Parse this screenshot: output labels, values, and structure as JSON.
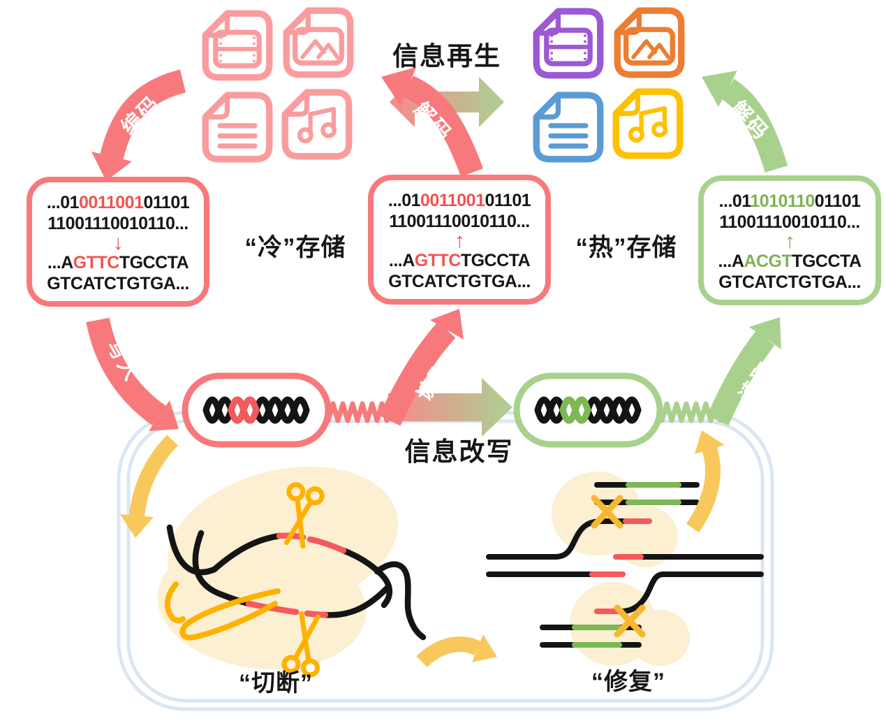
{
  "labels": {
    "info_regen": "信息再生",
    "info_rewrite": "信息改写",
    "cold_storage": "“冷”存储",
    "hot_storage": "“热”存储",
    "encode": "编码",
    "decode": "解码",
    "write": "写入",
    "read": "读取",
    "cut": "“切断”",
    "repair": "“修复”"
  },
  "code_boxes": {
    "cold_write": {
      "binary": {
        "prefix": "...01",
        "highlight": "0011001",
        "suffix": "01101",
        "line2": "11001110010110..."
      },
      "arrow_glyph": "↓",
      "dna": {
        "prefix": "...A",
        "highlight": "GTTC",
        "suffix": "TGCCTA",
        "line2": "GTCATCTGTGA..."
      }
    },
    "cold_read": {
      "binary": {
        "prefix": "...01",
        "highlight": "0011001",
        "suffix": "01101",
        "line2": "11001110010110..."
      },
      "arrow_glyph": "↑",
      "dna": {
        "prefix": "...A",
        "highlight": "GTTC",
        "suffix": "TGCCTA",
        "line2": "GTCATCTGTGA..."
      }
    },
    "hot_read": {
      "binary": {
        "prefix": "...01",
        "highlight": "1010110",
        "suffix": "01101",
        "line2": "11001110010110..."
      },
      "arrow_glyph": "↑",
      "dna": {
        "prefix": "...A",
        "highlight": "ACGT",
        "suffix": "TGCCTA",
        "line2": "GTCATCTGTGA..."
      }
    }
  },
  "file_icons": {
    "source": [
      {
        "type": "video-file"
      },
      {
        "type": "image-file"
      },
      {
        "type": "text-file"
      },
      {
        "type": "music-file"
      }
    ],
    "target": [
      {
        "type": "video-file",
        "color": "#9B59D3"
      },
      {
        "type": "image-file",
        "color": "#ED7D31"
      },
      {
        "type": "text-file",
        "color": "#5B9BD5"
      },
      {
        "type": "music-file",
        "color": "#FFC000"
      }
    ]
  },
  "colors": {
    "pink": "#F8797B",
    "pink_light": "#FA9C9E",
    "red_highlight": "#F2534F",
    "green": "#A9D18E",
    "green_highlight": "#7FB254",
    "purple": "#9B59D3",
    "orange": "#ED7D31",
    "blue": "#5B9BD5",
    "yellow": "#FFC000",
    "gold_arrow": "#F8C85C",
    "gold_deep": "#FFB100",
    "cream_blob": "#FCEFD2",
    "cell_outline": "#DCE6F3",
    "strand_red": "#F4595B",
    "strand_green": "#7CB854"
  }
}
